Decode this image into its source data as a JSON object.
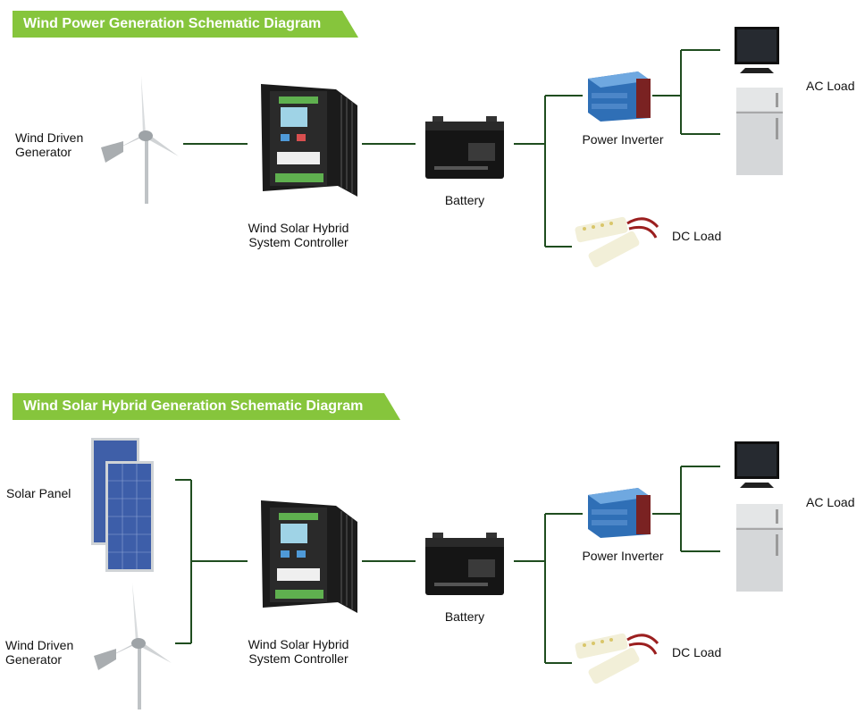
{
  "diagrams": [
    {
      "title": "Wind Power Generation Schematic Diagram",
      "labels": {
        "wind_generator": [
          "Wind Driven",
          "Generator"
        ],
        "controller": [
          "Wind Solar Hybrid",
          "System Controller"
        ],
        "battery": "Battery",
        "inverter": "Power Inverter",
        "ac_load": "AC Load",
        "dc_load": "DC Load"
      }
    },
    {
      "title": "Wind Solar Hybrid Generation Schematic Diagram",
      "labels": {
        "solar_panel": "Solar Panel",
        "wind_generator": [
          "Wind Driven",
          "Generator"
        ],
        "controller": [
          "Wind Solar Hybrid",
          "System Controller"
        ],
        "battery": "Battery",
        "inverter": "Power Inverter",
        "ac_load": "AC Load",
        "dc_load": "DC Load"
      }
    }
  ],
  "colors": {
    "banner": "#86c53c",
    "wire": "#1f4d1f"
  },
  "icons": [
    "wind-turbine-icon",
    "hybrid-controller-icon",
    "battery-icon",
    "power-inverter-icon",
    "tv-icon",
    "refrigerator-icon",
    "dc-lamp-icon",
    "solar-panel-icon"
  ]
}
